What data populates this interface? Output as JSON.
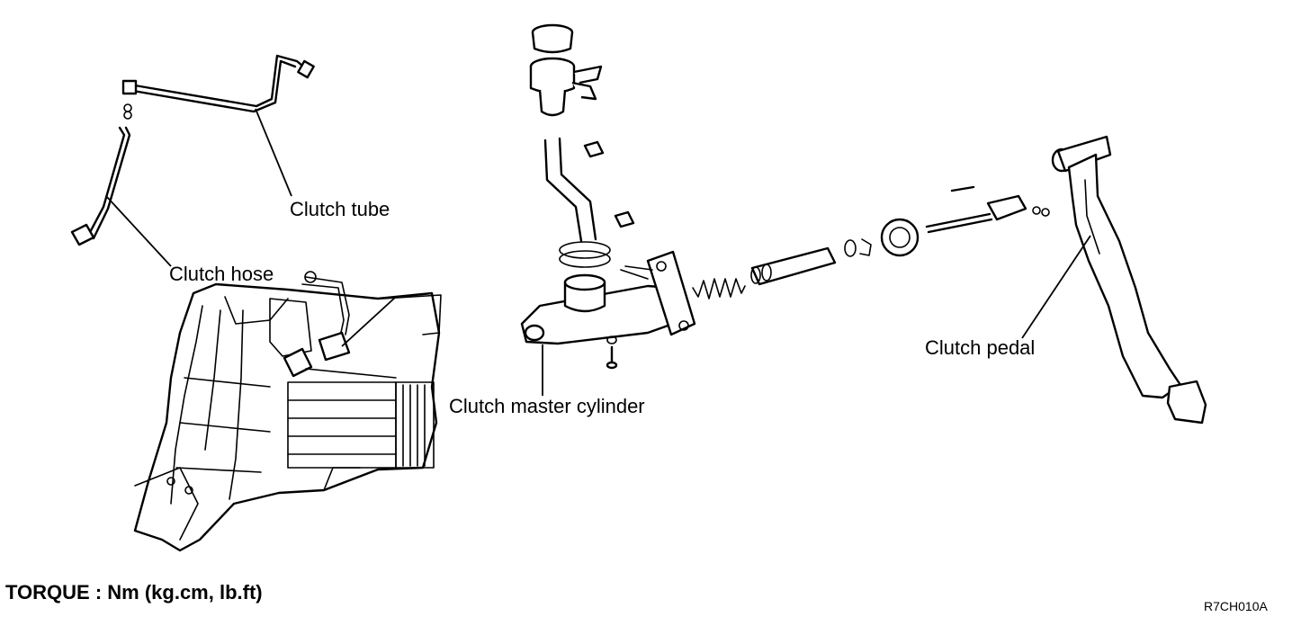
{
  "labels": {
    "clutch_tube": "Clutch tube",
    "clutch_hose": "Clutch hose",
    "clutch_master_cylinder": "Clutch master cylinder",
    "clutch_pedal": "Clutch pedal"
  },
  "footer": {
    "torque_note": "TORQUE : Nm (kg.cm, lb.ft)",
    "figure_code": "R7CH010A"
  }
}
